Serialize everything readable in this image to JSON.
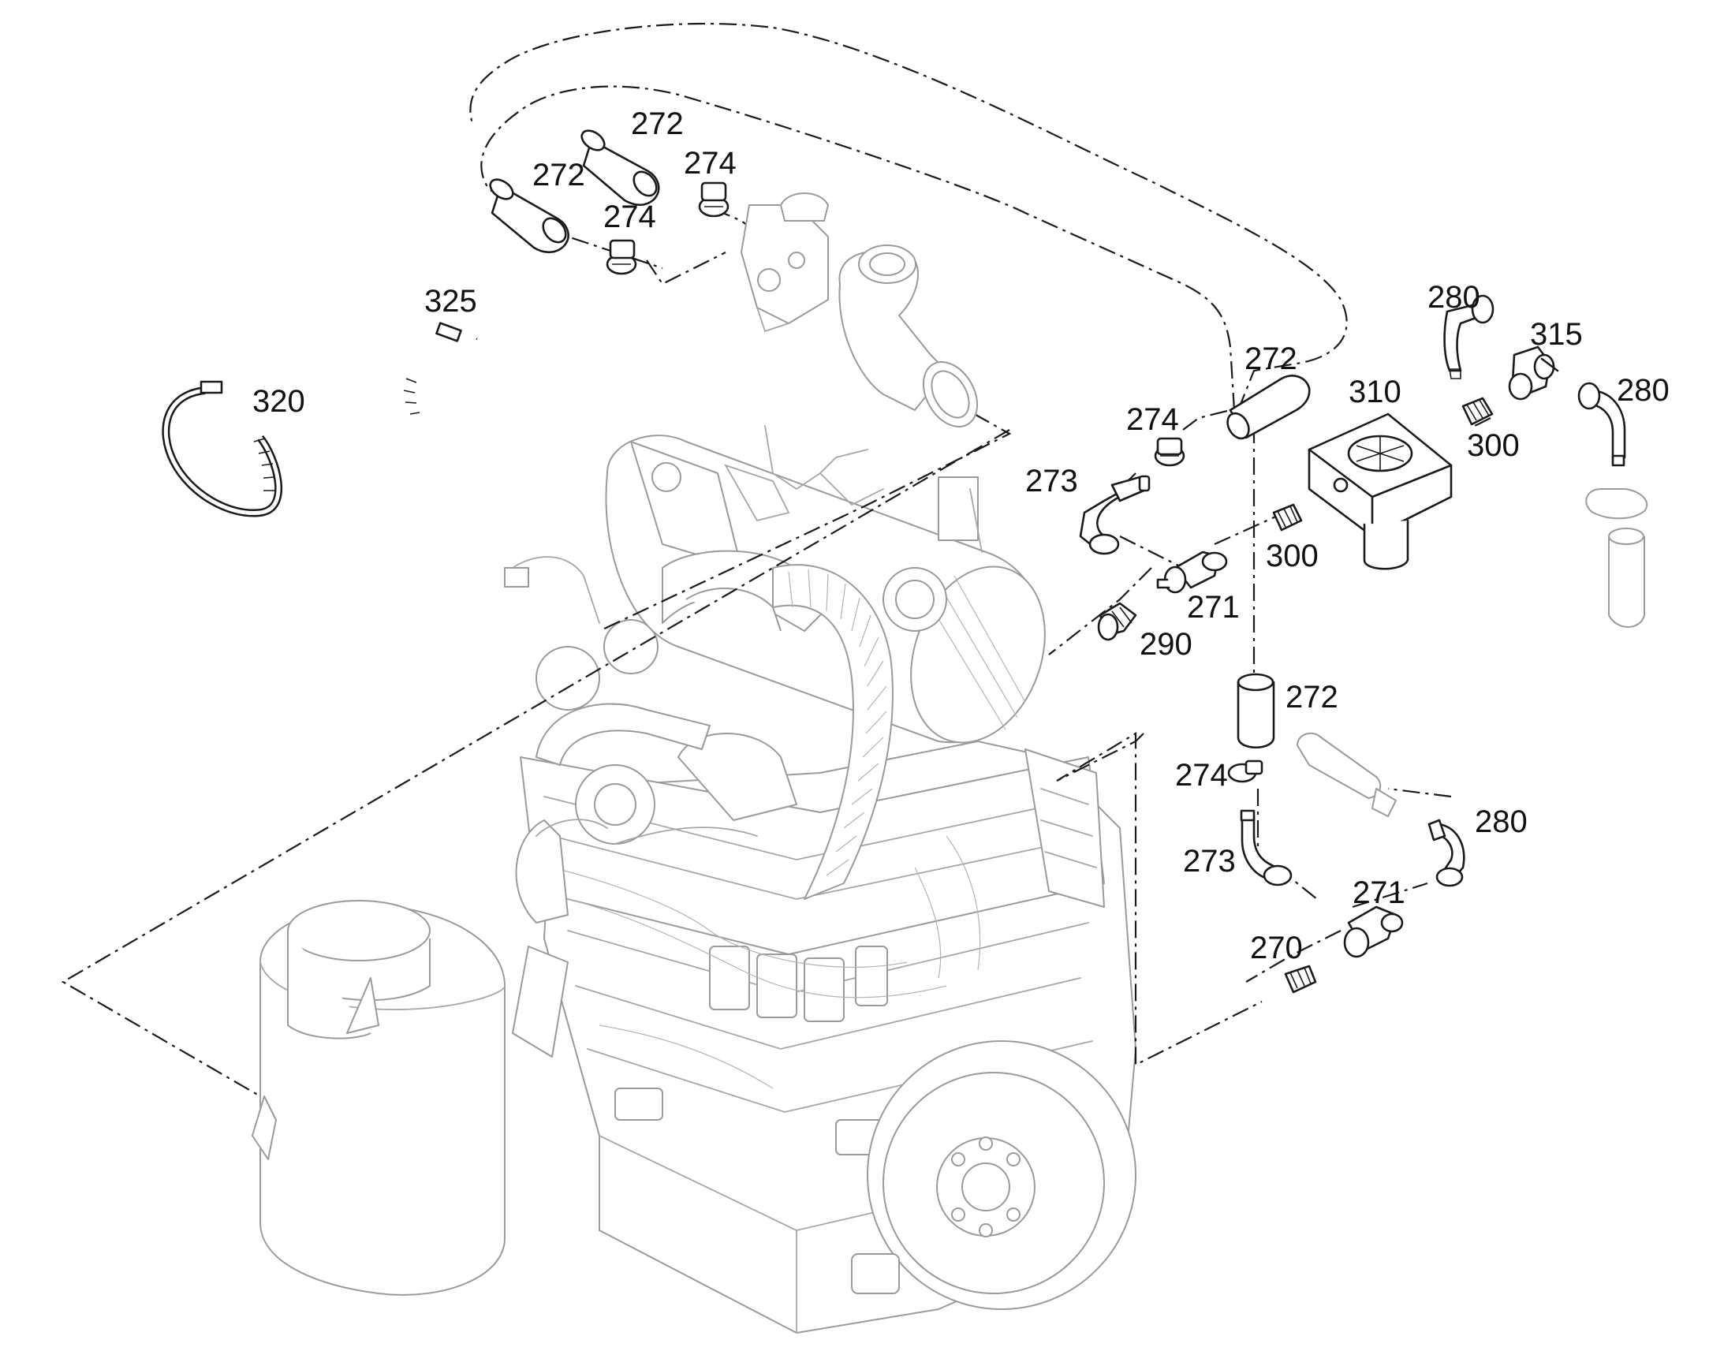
{
  "labels": [
    {
      "id": "p272a",
      "text": "272"
    },
    {
      "id": "p272b",
      "text": "272"
    },
    {
      "id": "p274a",
      "text": "274"
    },
    {
      "id": "p274b",
      "text": "274"
    },
    {
      "id": "p325",
      "text": "325"
    },
    {
      "id": "p320",
      "text": "320"
    },
    {
      "id": "p280a",
      "text": "280"
    },
    {
      "id": "p315",
      "text": "315"
    },
    {
      "id": "p280b",
      "text": "280"
    },
    {
      "id": "p310",
      "text": "310"
    },
    {
      "id": "p272c",
      "text": "272"
    },
    {
      "id": "p274c",
      "text": "274"
    },
    {
      "id": "p300a",
      "text": "300"
    },
    {
      "id": "p273a",
      "text": "273"
    },
    {
      "id": "p300b",
      "text": "300"
    },
    {
      "id": "p271a",
      "text": "271"
    },
    {
      "id": "p290",
      "text": "290"
    },
    {
      "id": "p272d",
      "text": "272"
    },
    {
      "id": "p274d",
      "text": "274"
    },
    {
      "id": "p280c",
      "text": "280"
    },
    {
      "id": "p273b",
      "text": "273"
    },
    {
      "id": "p271b",
      "text": "271"
    },
    {
      "id": "p270",
      "text": "270"
    }
  ]
}
